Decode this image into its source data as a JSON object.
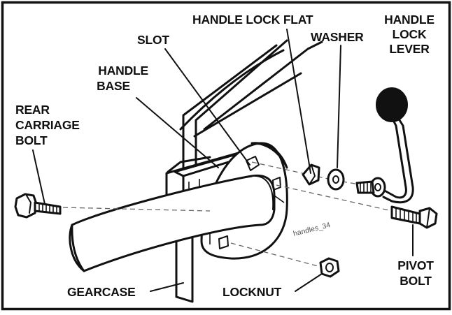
{
  "labels": {
    "handle_lock_flat": "HANDLE LOCK FLAT",
    "washer": "WASHER",
    "handle_lock_lever": [
      "HANDLE",
      "LOCK",
      "LEVER"
    ],
    "slot": "SLOT",
    "handle_base": [
      "HANDLE",
      "BASE"
    ],
    "rear_carriage_bolt": [
      "REAR",
      "CARRIAGE",
      "BOLT"
    ],
    "gearcase": "GEARCASE",
    "locknut": "LOCKNUT",
    "pivot_bolt": [
      "PIVOT",
      "BOLT"
    ]
  },
  "watermark": "handles_34",
  "colors": {
    "ink": "#111111",
    "background": "#ffffff",
    "watermark": "#555555"
  }
}
